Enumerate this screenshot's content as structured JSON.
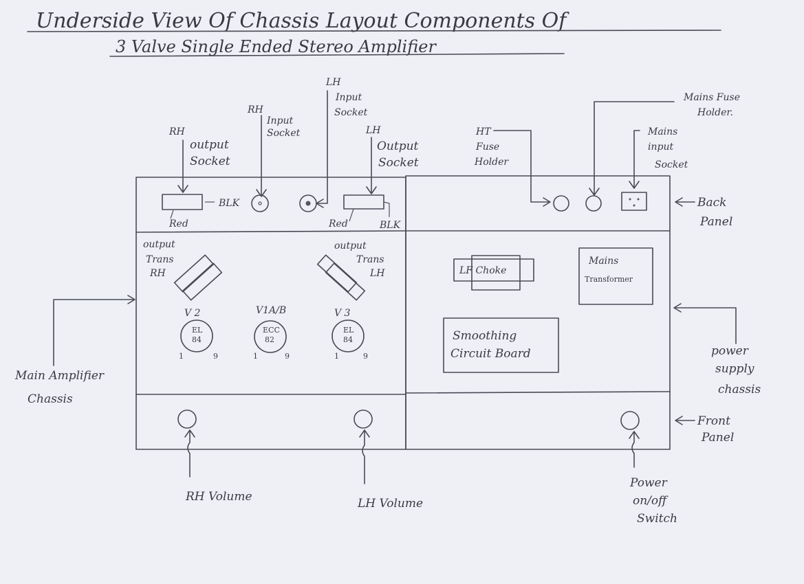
{
  "title": "Underside View Of Chassis Layout Components Of",
  "subtitle": "3 Valve Single Ended Stereo Amplifier",
  "labels": {
    "rh_output_socket_1": "RH",
    "rh_output_socket_2": "output",
    "rh_output_socket_3": "Socket",
    "rh_input_socket_1": "RH",
    "rh_input_socket_2": "Input",
    "rh_input_socket_3": "Socket",
    "lh_input_socket_1": "LH",
    "lh_input_socket_2": "Input",
    "lh_input_socket_3": "Socket",
    "lh_output_socket_1": "LH",
    "lh_output_socket_2": "Output",
    "lh_output_socket_3": "Socket",
    "ht_fuse_1": "HT",
    "ht_fuse_2": "Fuse",
    "ht_fuse_3": "Holder",
    "mains_fuse_1": "Mains Fuse",
    "mains_fuse_2": "Holder.",
    "mains_input_1": "Mains",
    "mains_input_2": "input",
    "mains_input_3": "Socket",
    "back_panel_1": "Back",
    "back_panel_2": "Panel",
    "power_supply_1": "power",
    "power_supply_2": "supply",
    "power_supply_3": "chassis",
    "front_panel_1": "Front",
    "front_panel_2": "Panel",
    "power_switch_1": "Power",
    "power_switch_2": "on/off",
    "power_switch_3": "Switch",
    "rh_volume": "RH Volume",
    "lh_volume": "LH Volume",
    "main_amp_1": "Main Amplifier",
    "main_amp_2": "Chassis",
    "blk_left": "BLK",
    "red_left": "Red",
    "red_right": "Red",
    "blk_right": "BLK",
    "out_tran_rh_1": "output",
    "out_tran_rh_2": "Trans",
    "out_tran_rh_3": "RH",
    "out_tran_lh_1": "output",
    "out_tran_lh_2": "Trans",
    "out_tran_lh_3": "LH",
    "v2": "V2",
    "v1ab": "V1A/B",
    "v3": "V3",
    "el84_a_1": "EL",
    "el84_a_2": "84",
    "ecc82_1": "ECC",
    "ecc82_2": "82",
    "el84_b_1": "EL",
    "el84_b_2": "84",
    "pin_1": "1",
    "pin_9": "9",
    "lf_choke": "LF Choke",
    "mains_transformer_1": "Mains",
    "mains_transformer_2": "Transformer",
    "smoothing_1": "Smoothing",
    "smoothing_2": "Circuit Board"
  }
}
